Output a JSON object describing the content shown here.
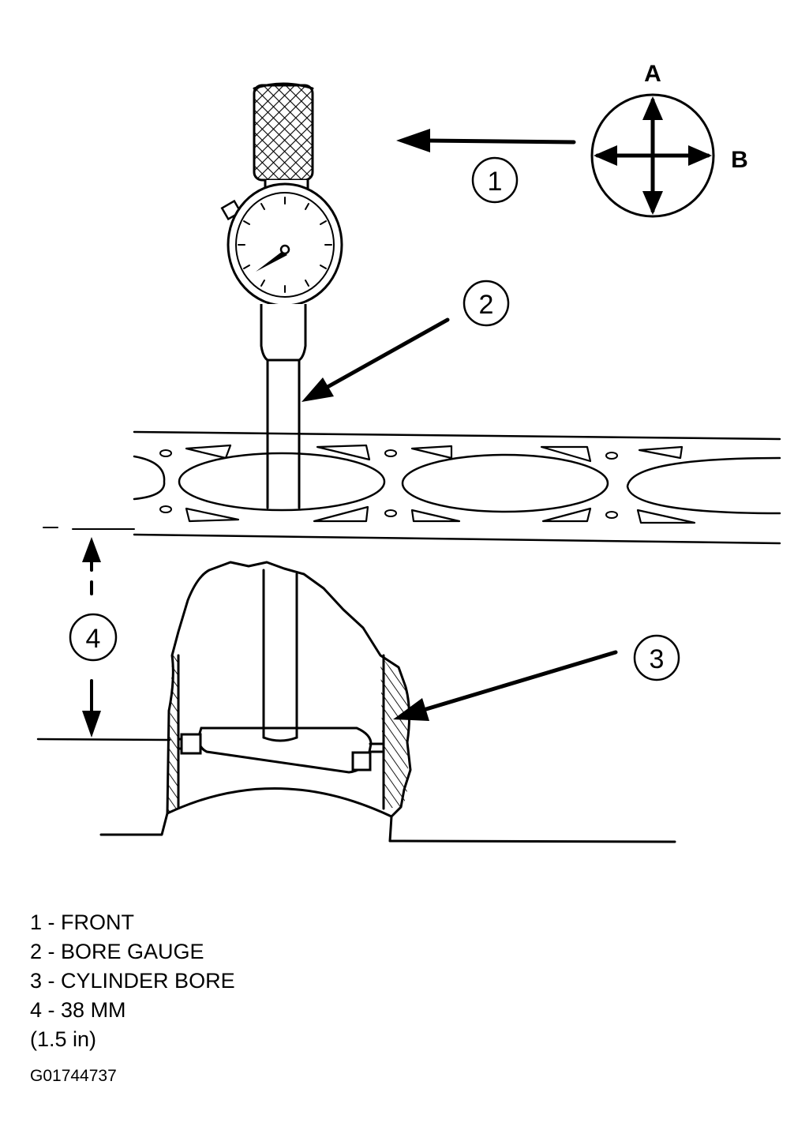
{
  "callouts": {
    "c1": "1",
    "c2": "2",
    "c3": "3",
    "c4": "4"
  },
  "direction": {
    "a": "A",
    "b": "B"
  },
  "legend": {
    "items": [
      {
        "num": "1",
        "sep": " - ",
        "text": "FRONT"
      },
      {
        "num": "2",
        "sep": " - ",
        "text": "BORE GAUGE"
      },
      {
        "num": "3",
        "sep": " - ",
        "text": "CYLINDER BORE"
      },
      {
        "num": "4",
        "sep": " - ",
        "text": "38 MM"
      }
    ],
    "item4_extra": "(1.5 in)"
  },
  "figure_id": "G01744737",
  "colors": {
    "ink": "#000000",
    "paper": "#ffffff"
  }
}
